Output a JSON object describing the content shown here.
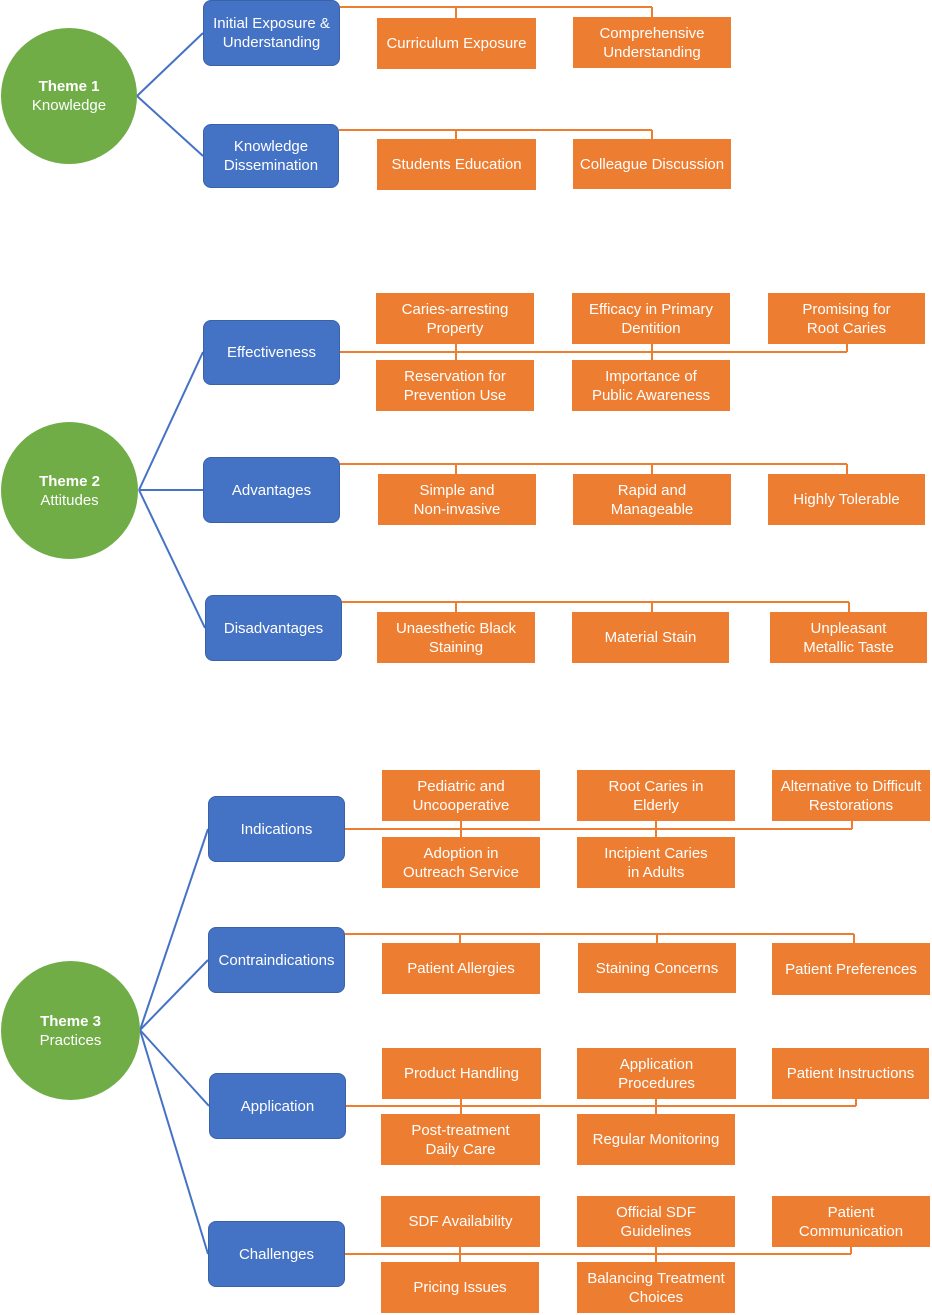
{
  "colors": {
    "theme": "#70ad47",
    "subtheme": "#4472c4",
    "leaf": "#ed7d31",
    "theme_connector": "#4472c4",
    "leaf_connector": "#ed7d31"
  },
  "themes": [
    {
      "title": "Theme 1",
      "subtitle": "Knowledge",
      "subthemes": [
        {
          "label": "Initial Exposure & Understanding",
          "leaves": [
            "Curriculum  Exposure",
            "Comprehensive Understanding"
          ]
        },
        {
          "label": "Knowledge Dissemination",
          "leaves": [
            "Students Education",
            "Colleague Discussion"
          ]
        }
      ]
    },
    {
      "title": "Theme 2",
      "subtitle": "Attitudes",
      "subthemes": [
        {
          "label": "Effectiveness",
          "leaves": [
            "Caries-arresting Property",
            "Efficacy in Primary Dentition",
            "Promising for Root Caries",
            "Reservation for Prevention Use",
            "Importance of Public Awareness"
          ]
        },
        {
          "label": "Advantages",
          "leaves": [
            "Simple and Non-invasive",
            "Rapid and Manageable",
            "Highly Tolerable"
          ]
        },
        {
          "label": "Disadvantages",
          "leaves": [
            "Unaesthetic Black Staining",
            "Material Stain",
            "Unpleasant Metallic Taste"
          ]
        }
      ]
    },
    {
      "title": "Theme 3",
      "subtitle": "Practices",
      "subthemes": [
        {
          "label": "Indications",
          "leaves": [
            "Pediatric and Uncooperative",
            "Root Caries in Elderly",
            "Alternative to Difficult Restorations",
            "Adoption in Outreach Service",
            "Incipient Caries in Adults"
          ]
        },
        {
          "label": "Contraindications",
          "leaves": [
            "Patient Allergies",
            "Staining Concerns",
            "Patient Preferences"
          ]
        },
        {
          "label": "Application",
          "leaves": [
            "Product Handling",
            "Application Procedures",
            "Patient Instructions",
            "Post-treatment Daily Care",
            "Regular Monitoring"
          ]
        },
        {
          "label": "Challenges",
          "leaves": [
            "SDF Availability",
            "Official SDF Guidelines",
            "Patient Communication",
            "Pricing Issues",
            "Balancing Treatment Choices"
          ]
        }
      ]
    }
  ]
}
